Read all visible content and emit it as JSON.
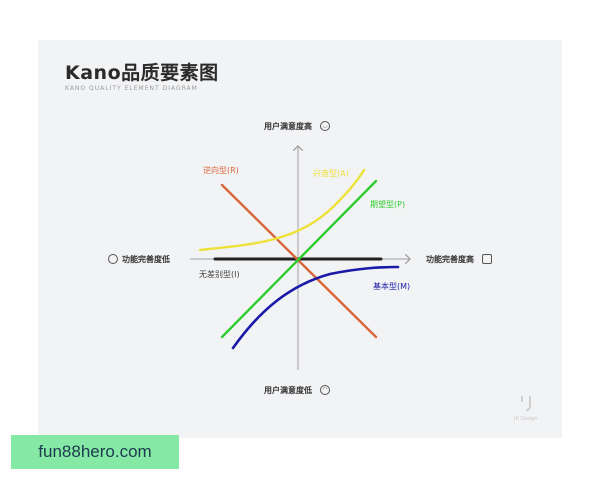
{
  "header": {
    "title": "Kano品质要素图",
    "subtitle": "KANO QUALITY ELEMENT DIAGRAM"
  },
  "axes": {
    "top": "用户满意度高",
    "bottom": "用户满意度低",
    "left": "功能完善度低",
    "right": "功能完善度高"
  },
  "curves": {
    "reverse": {
      "label": "逆向型(R)",
      "color": "#d9663a"
    },
    "attractive": {
      "label": "兴奋型(A)",
      "color": "#ede23a"
    },
    "performance": {
      "label": "期望型(P)",
      "color": "#2ecc2e"
    },
    "basic": {
      "label": "基本型(M)",
      "color": "#1a1aa8"
    },
    "indifferent": {
      "label": "无差别型(I)",
      "color": "#222222"
    }
  },
  "brand": {
    "text": "JK Design"
  },
  "watermark": {
    "text": "fun88hero.com"
  }
}
